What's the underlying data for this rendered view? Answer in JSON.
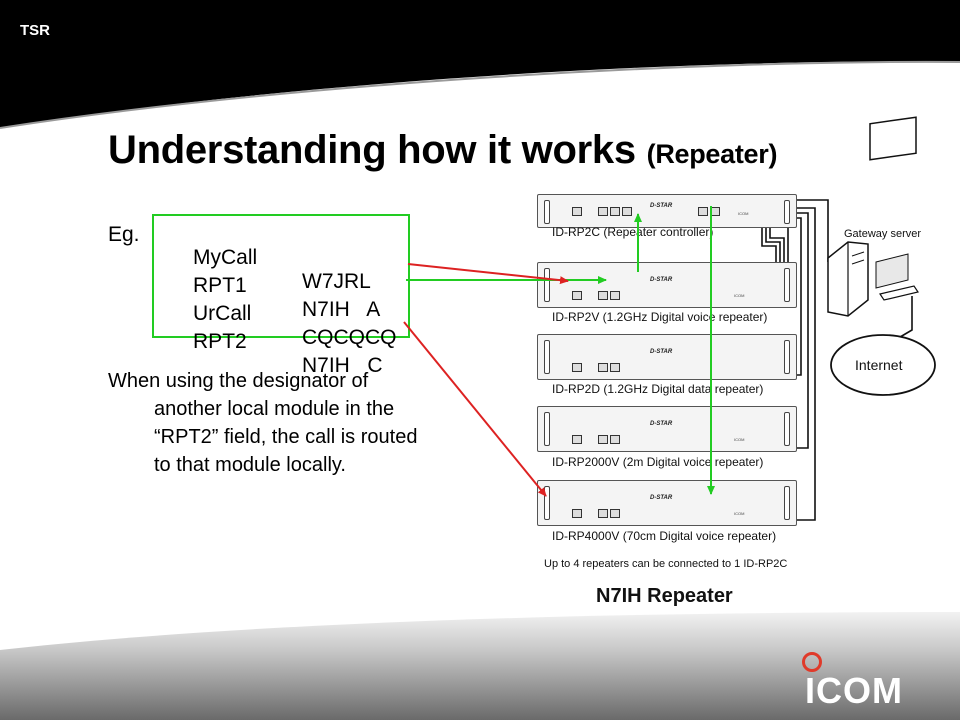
{
  "header": {
    "tag": "TSR"
  },
  "title": {
    "main": "Understanding how it works",
    "sub": "(Repeater)"
  },
  "example": {
    "prefix": "Eg.",
    "fields": [
      {
        "name": "MyCall",
        "value": "W7JRL"
      },
      {
        "name": "RPT1",
        "value": "N7IH   A"
      },
      {
        "name": "UrCall",
        "value": "CQCQCQ"
      },
      {
        "name": "RPT2",
        "value": "N7IH   C"
      }
    ]
  },
  "paragraph": {
    "lines": [
      "When using the designator of",
      "another local module in the",
      "“RPT2” field, the call is routed",
      "to that module locally."
    ]
  },
  "diagram": {
    "units": [
      {
        "label": "ID-RP2C (Repeater controller)"
      },
      {
        "label": "ID-RP2V (1.2GHz Digital voice repeater)"
      },
      {
        "label": "ID-RP2D (1.2GHz Digital data repeater)"
      },
      {
        "label": "ID-RP2000V (2m Digital voice repeater)"
      },
      {
        "label": "ID-RP4000V (70cm Digital voice repeater)"
      }
    ],
    "unit_logo": "D-STAR",
    "unit_badge": "ICOM",
    "gateway_label": "Gateway server",
    "internet_label": "Internet",
    "note": "Up to 4 repeaters can be connected to 1 ID-RP2C",
    "caption": "N7IH Repeater",
    "colors": {
      "route_green": "#22cc22",
      "route_red": "#dd2222"
    }
  },
  "footer": {
    "logo": "ICOM",
    "logo_ring_color": "#e03a2a"
  }
}
